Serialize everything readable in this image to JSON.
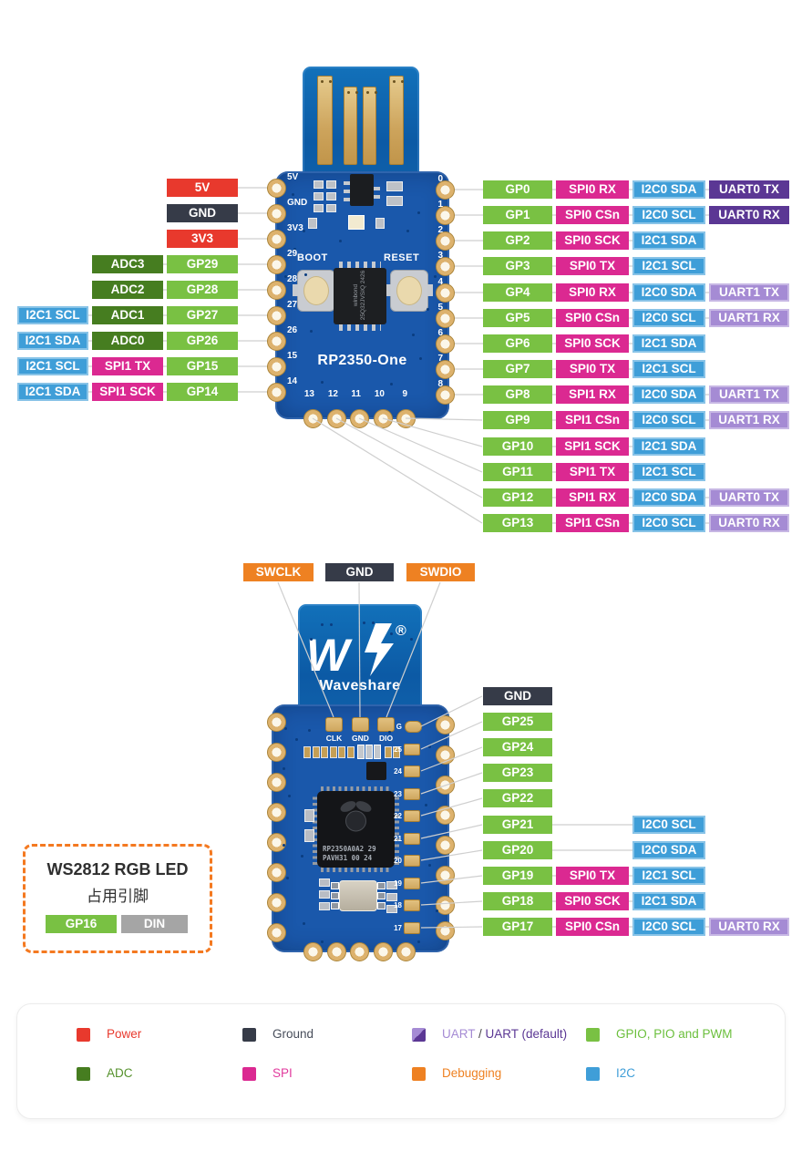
{
  "colors": {
    "badge": {
      "power": "#e8392d",
      "ground": "#363b48",
      "gpio": "#79c143",
      "adc": "#467d20",
      "spi": "#db2991",
      "i2c": "#3f9ed8",
      "uart": "#a58bd4",
      "uart_default": "#5b3794",
      "debug": "#ee8122",
      "din": "#a5a5a5"
    },
    "legend_text": {
      "power": "#e8392d",
      "ground": "#474d5a",
      "gpio": "#6bbf3c",
      "adc": "#55912c",
      "spi": "#e13a9d",
      "debug": "#ee8122",
      "i2c": "#3f9ed8",
      "uart": "#a58bd4",
      "uart_default": "#5b3794",
      "plain": "#4a4a4a"
    },
    "board_blue": "#1a58ab",
    "line": "#cfcfcf",
    "gold": "#ddb26d"
  },
  "top_board": {
    "name": "RP2350-One",
    "boot": "BOOT",
    "reset": "RESET",
    "flash_chip": [
      "winbond",
      "25Q32JVSIQ 2426"
    ],
    "left_pins": [
      "5V",
      "GND",
      "3V3",
      "29",
      "28",
      "27",
      "26",
      "15",
      "14"
    ],
    "right_pins": [
      "0",
      "1",
      "2",
      "3",
      "4",
      "5",
      "6",
      "7",
      "8"
    ],
    "bottom_pins": [
      "13",
      "12",
      "11",
      "10",
      "9"
    ],
    "left_rows": [
      {
        "cells": [
          {
            "text": "5V",
            "type": "power"
          }
        ]
      },
      {
        "cells": [
          {
            "text": "GND",
            "type": "ground"
          }
        ]
      },
      {
        "cells": [
          {
            "text": "3V3",
            "type": "power"
          }
        ]
      },
      {
        "cells": [
          {
            "text": "GP29",
            "type": "gpio"
          },
          {
            "text": "ADC3",
            "type": "adc"
          }
        ]
      },
      {
        "cells": [
          {
            "text": "GP28",
            "type": "gpio"
          },
          {
            "text": "ADC2",
            "type": "adc"
          }
        ]
      },
      {
        "cells": [
          {
            "text": "GP27",
            "type": "gpio"
          },
          {
            "text": "ADC1",
            "type": "adc"
          },
          {
            "text": "I2C1 SCL",
            "type": "i2c"
          }
        ]
      },
      {
        "cells": [
          {
            "text": "GP26",
            "type": "gpio"
          },
          {
            "text": "ADC0",
            "type": "adc"
          },
          {
            "text": "I2C1 SDA",
            "type": "i2c"
          }
        ]
      },
      {
        "cells": [
          {
            "text": "GP15",
            "type": "gpio"
          },
          {
            "text": "SPI1 TX",
            "type": "spi"
          },
          {
            "text": "I2C1 SCL",
            "type": "i2c"
          }
        ]
      },
      {
        "cells": [
          {
            "text": "GP14",
            "type": "gpio"
          },
          {
            "text": "SPI1 SCK",
            "type": "spi"
          },
          {
            "text": "I2C1 SDA",
            "type": "i2c"
          }
        ]
      }
    ],
    "right_rows": [
      {
        "cells": [
          {
            "text": "GP0",
            "type": "gpio"
          },
          {
            "text": "SPI0 RX",
            "type": "spi"
          },
          {
            "text": "I2C0 SDA",
            "type": "i2c"
          },
          {
            "text": "UART0 TX",
            "type": "uart_default"
          }
        ]
      },
      {
        "cells": [
          {
            "text": "GP1",
            "type": "gpio"
          },
          {
            "text": "SPI0 CSn",
            "type": "spi"
          },
          {
            "text": "I2C0 SCL",
            "type": "i2c"
          },
          {
            "text": "UART0 RX",
            "type": "uart_default"
          }
        ]
      },
      {
        "cells": [
          {
            "text": "GP2",
            "type": "gpio"
          },
          {
            "text": "SPI0 SCK",
            "type": "spi"
          },
          {
            "text": "I2C1 SDA",
            "type": "i2c"
          }
        ]
      },
      {
        "cells": [
          {
            "text": "GP3",
            "type": "gpio"
          },
          {
            "text": "SPI0 TX",
            "type": "spi"
          },
          {
            "text": "I2C1 SCL",
            "type": "i2c"
          }
        ]
      },
      {
        "cells": [
          {
            "text": "GP4",
            "type": "gpio"
          },
          {
            "text": "SPI0 RX",
            "type": "spi"
          },
          {
            "text": "I2C0 SDA",
            "type": "i2c"
          },
          {
            "text": "UART1 TX",
            "type": "uart"
          }
        ]
      },
      {
        "cells": [
          {
            "text": "GP5",
            "type": "gpio"
          },
          {
            "text": "SPI0 CSn",
            "type": "spi"
          },
          {
            "text": "I2C0 SCL",
            "type": "i2c"
          },
          {
            "text": "UART1 RX",
            "type": "uart"
          }
        ]
      },
      {
        "cells": [
          {
            "text": "GP6",
            "type": "gpio"
          },
          {
            "text": "SPI0 SCK",
            "type": "spi"
          },
          {
            "text": "I2C1 SDA",
            "type": "i2c"
          }
        ]
      },
      {
        "cells": [
          {
            "text": "GP7",
            "type": "gpio"
          },
          {
            "text": "SPI0 TX",
            "type": "spi"
          },
          {
            "text": "I2C1 SCL",
            "type": "i2c"
          }
        ]
      },
      {
        "cells": [
          {
            "text": "GP8",
            "type": "gpio"
          },
          {
            "text": "SPI1 RX",
            "type": "spi"
          },
          {
            "text": "I2C0 SDA",
            "type": "i2c"
          },
          {
            "text": "UART1 TX",
            "type": "uart"
          }
        ]
      },
      {
        "cells": [
          {
            "text": "GP9",
            "type": "gpio"
          },
          {
            "text": "SPI1 CSn",
            "type": "spi"
          },
          {
            "text": "I2C0 SCL",
            "type": "i2c"
          },
          {
            "text": "UART1 RX",
            "type": "uart"
          }
        ]
      },
      {
        "cells": [
          {
            "text": "GP10",
            "type": "gpio"
          },
          {
            "text": "SPI1 SCK",
            "type": "spi"
          },
          {
            "text": "I2C1 SDA",
            "type": "i2c"
          }
        ]
      },
      {
        "cells": [
          {
            "text": "GP11",
            "type": "gpio"
          },
          {
            "text": "SPI1 TX",
            "type": "spi"
          },
          {
            "text": "I2C1 SCL",
            "type": "i2c"
          }
        ]
      },
      {
        "cells": [
          {
            "text": "GP12",
            "type": "gpio"
          },
          {
            "text": "SPI1 RX",
            "type": "spi"
          },
          {
            "text": "I2C0 SDA",
            "type": "i2c"
          },
          {
            "text": "UART0 TX",
            "type": "uart"
          }
        ]
      },
      {
        "cells": [
          {
            "text": "GP13",
            "type": "gpio"
          },
          {
            "text": "SPI1 CSn",
            "type": "spi"
          },
          {
            "text": "I2C0 SCL",
            "type": "i2c"
          },
          {
            "text": "UART0 RX",
            "type": "uart"
          }
        ]
      }
    ]
  },
  "bottom_board": {
    "brand": "Waveshare",
    "reg_mark": "®",
    "mcu_text": [
      "RP2350A0A2 29",
      "PAVH31 00 24"
    ],
    "swd_pads": [
      "CLK",
      "GND",
      "DIO"
    ],
    "inner_pins": [
      "G",
      "25",
      "24",
      "23",
      "22",
      "21",
      "20",
      "19",
      "18",
      "17"
    ],
    "swd_labels": [
      {
        "text": "SWCLK",
        "type": "debug"
      },
      {
        "text": "GND",
        "type": "ground"
      },
      {
        "text": "SWDIO",
        "type": "debug"
      }
    ],
    "right_rows": [
      {
        "cells": [
          {
            "text": "GND",
            "type": "ground"
          }
        ]
      },
      {
        "cells": [
          {
            "text": "GP25",
            "type": "gpio"
          }
        ]
      },
      {
        "cells": [
          {
            "text": "GP24",
            "type": "gpio"
          }
        ]
      },
      {
        "cells": [
          {
            "text": "GP23",
            "type": "gpio"
          }
        ]
      },
      {
        "cells": [
          {
            "text": "GP22",
            "type": "gpio"
          }
        ]
      },
      {
        "cells": [
          {
            "text": "GP21",
            "type": "gpio"
          },
          {
            "text": "",
            "type": "spacer"
          },
          {
            "text": "I2C0 SCL",
            "type": "i2c"
          }
        ]
      },
      {
        "cells": [
          {
            "text": "GP20",
            "type": "gpio"
          },
          {
            "text": "",
            "type": "spacer"
          },
          {
            "text": "I2C0 SDA",
            "type": "i2c"
          }
        ]
      },
      {
        "cells": [
          {
            "text": "GP19",
            "type": "gpio"
          },
          {
            "text": "SPI0 TX",
            "type": "spi"
          },
          {
            "text": "I2C1 SCL",
            "type": "i2c"
          }
        ]
      },
      {
        "cells": [
          {
            "text": "GP18",
            "type": "gpio"
          },
          {
            "text": "SPI0 SCK",
            "type": "spi"
          },
          {
            "text": "I2C1 SDA",
            "type": "i2c"
          }
        ]
      },
      {
        "cells": [
          {
            "text": "GP17",
            "type": "gpio"
          },
          {
            "text": "SPI0 CSn",
            "type": "spi"
          },
          {
            "text": "I2C0 SCL",
            "type": "i2c"
          },
          {
            "text": "UART0 RX",
            "type": "uart"
          }
        ]
      }
    ]
  },
  "ws2812_note": {
    "title": "WS2812 RGB LED",
    "subtitle": "占用引脚",
    "badges": [
      {
        "text": "GP16",
        "type": "gpio"
      },
      {
        "text": "DIN",
        "type": "din"
      }
    ]
  },
  "legend": {
    "items": [
      {
        "label": "Power",
        "type": "power"
      },
      {
        "label": "Ground",
        "type": "ground"
      },
      {
        "label_parts": [
          {
            "text": "UART",
            "type": "uart"
          },
          {
            "text": " / ",
            "type": "plain"
          },
          {
            "text": "UART (default)",
            "type": "uart_default"
          }
        ],
        "type": "uart_split"
      },
      {
        "label": "GPIO, PIO and PWM",
        "type": "gpio"
      },
      {
        "label": "ADC",
        "type": "adc"
      },
      {
        "label": "SPI",
        "type": "spi"
      },
      {
        "label": "Debugging",
        "type": "debug"
      },
      {
        "label": "I2C",
        "type": "i2c"
      }
    ]
  }
}
